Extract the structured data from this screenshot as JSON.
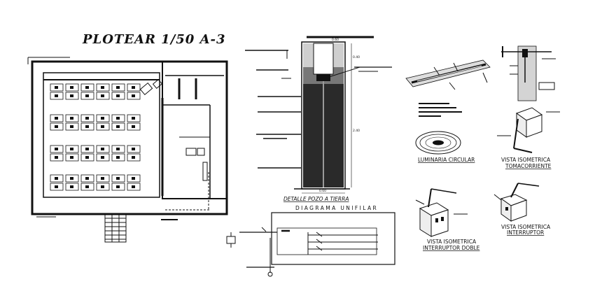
{
  "sheet": {
    "title": "PLOTEAR 1/50 A-3"
  },
  "labels": {
    "ground_well": "DETALLE POZO A TIERRA",
    "single_line": "DIAGRAMA UNIFILAR",
    "circular_luminaire": "LUMINARIA CIRCULAR",
    "iso_outlet_line1": "VISTA ISOMETRICA",
    "iso_outlet_line2": "TOMACORRIENTE",
    "iso_double_line1": "VISTA ISOMETRICA",
    "iso_double_line2": "INTERRUPTOR DOBLE",
    "iso_switch_line1": "VISTA ISOMETRICA",
    "iso_switch_line2": "INTERRUPTOR",
    "well_dim_bottom": "0.60",
    "well_dim_top": "0.60",
    "well_dim_side": "2.40",
    "well_dim_upper": "0.40"
  }
}
